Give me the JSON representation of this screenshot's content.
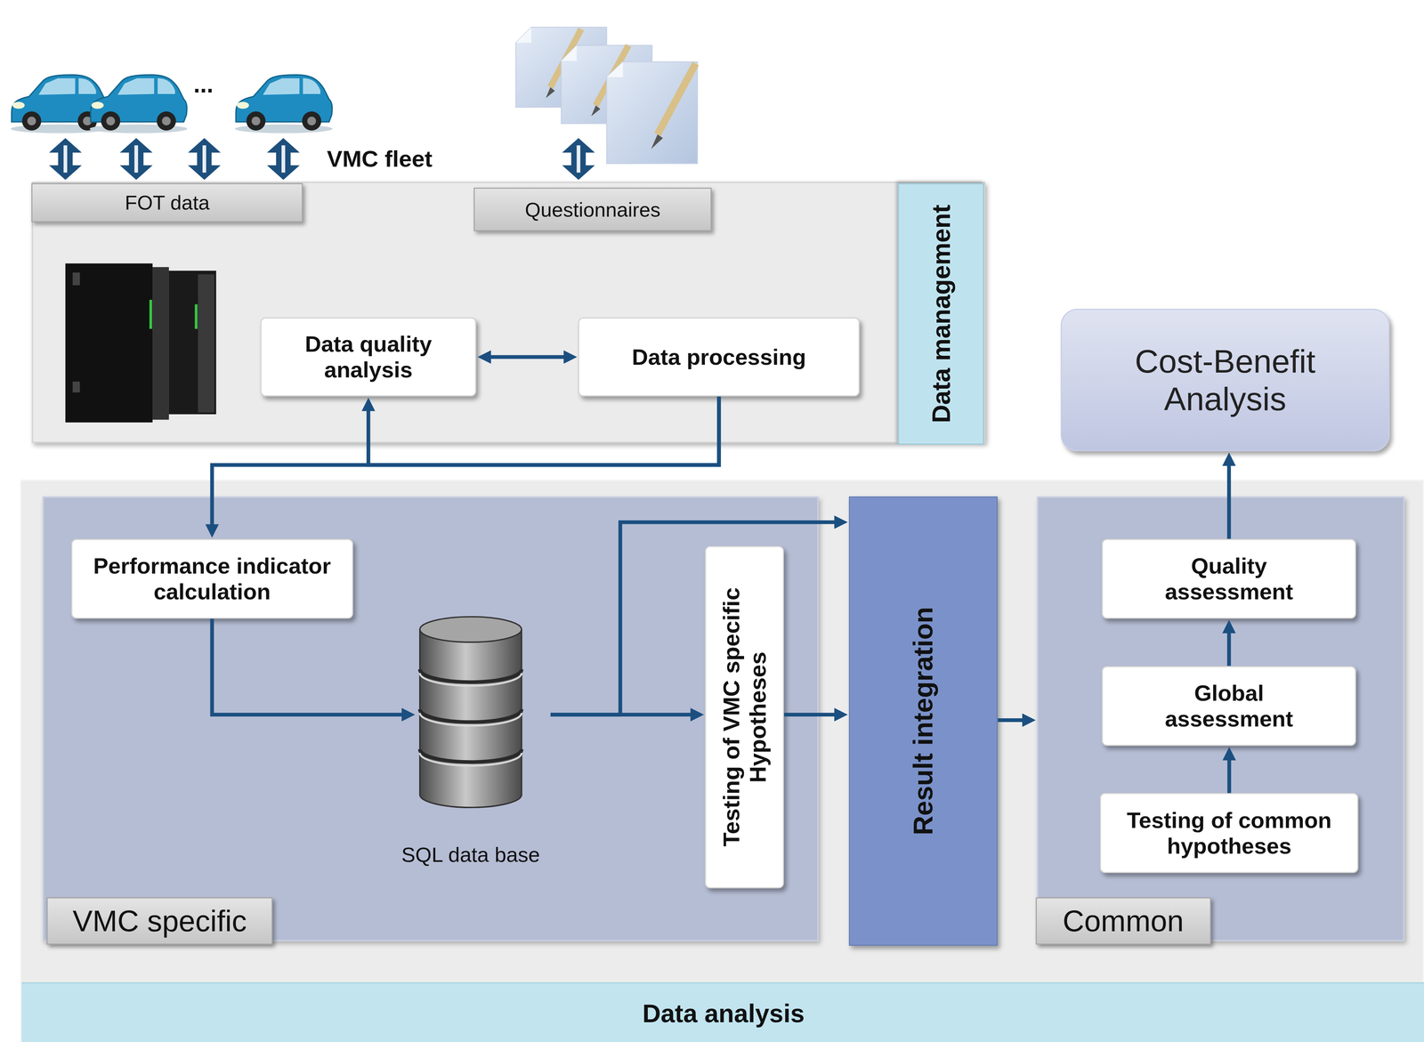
{
  "diagram": {
    "nodes": [
      {
        "text": [
          "Data management"
        ]
      },
      {
        "text": [
          "FOT data"
        ],
        "in": 0
      },
      {
        "text": [
          "Questionnaires"
        ],
        "in": 0
      },
      {
        "text": [
          "Data quality analysis"
        ],
        "in": 0
      },
      {
        "text": [
          "Data processing"
        ],
        "in": 0
      },
      {
        "text": [
          "Cost-Benefit Analysis"
        ]
      },
      {
        "text": [
          "Data analysis"
        ]
      },
      {
        "text": [
          "VMC specific"
        ],
        "in": 6
      },
      {
        "text": [
          "Performance indicator calculation"
        ],
        "in": 7
      },
      {
        "text": [
          "SQL data base"
        ],
        "in": 7
      },
      {
        "text": [
          "Testing of VMC specific Hypotheses"
        ],
        "in": 7
      },
      {
        "text": [
          "Result integration"
        ],
        "in": 6
      },
      {
        "text": [
          "Common"
        ],
        "in": 6
      },
      {
        "text": [
          "Quality assessment"
        ],
        "in": 12
      },
      {
        "text": [
          "Global assessment"
        ],
        "in": 12
      },
      {
        "text": [
          "Testing of common hypotheses"
        ],
        "in": 12
      }
    ],
    "edges": [
      {
        "from": 3,
        "to": 4,
        "arrow": "both"
      },
      {
        "from": 4,
        "to": 3,
        "arrow": "to"
      },
      {
        "from": 4,
        "to": 8,
        "arrow": "to"
      },
      {
        "from": 8,
        "to": 9,
        "arrow": "to"
      },
      {
        "from": 9,
        "to": 10,
        "arrow": "to"
      },
      {
        "from": 9,
        "to": 11,
        "arrow": "to"
      },
      {
        "from": 10,
        "to": 11,
        "arrow": "to"
      },
      {
        "from": 11,
        "to": 12,
        "arrow": "to"
      },
      {
        "from": 15,
        "to": 14,
        "arrow": "to"
      },
      {
        "from": 14,
        "to": 13,
        "arrow": "to"
      },
      {
        "from": 13,
        "to": 5,
        "arrow": "to"
      }
    ],
    "labels": [
      "...",
      "VMC fleet"
    ]
  }
}
